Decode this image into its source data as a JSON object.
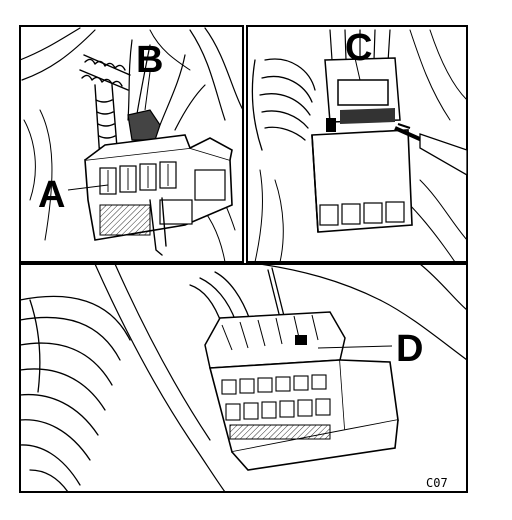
{
  "labels": {
    "a": "A",
    "b": "B",
    "c": "C",
    "d": "D"
  },
  "figure_code": "C07",
  "colors": {
    "ink": "#000000",
    "paper": "#ffffff",
    "shade": "#cfcfcf"
  }
}
